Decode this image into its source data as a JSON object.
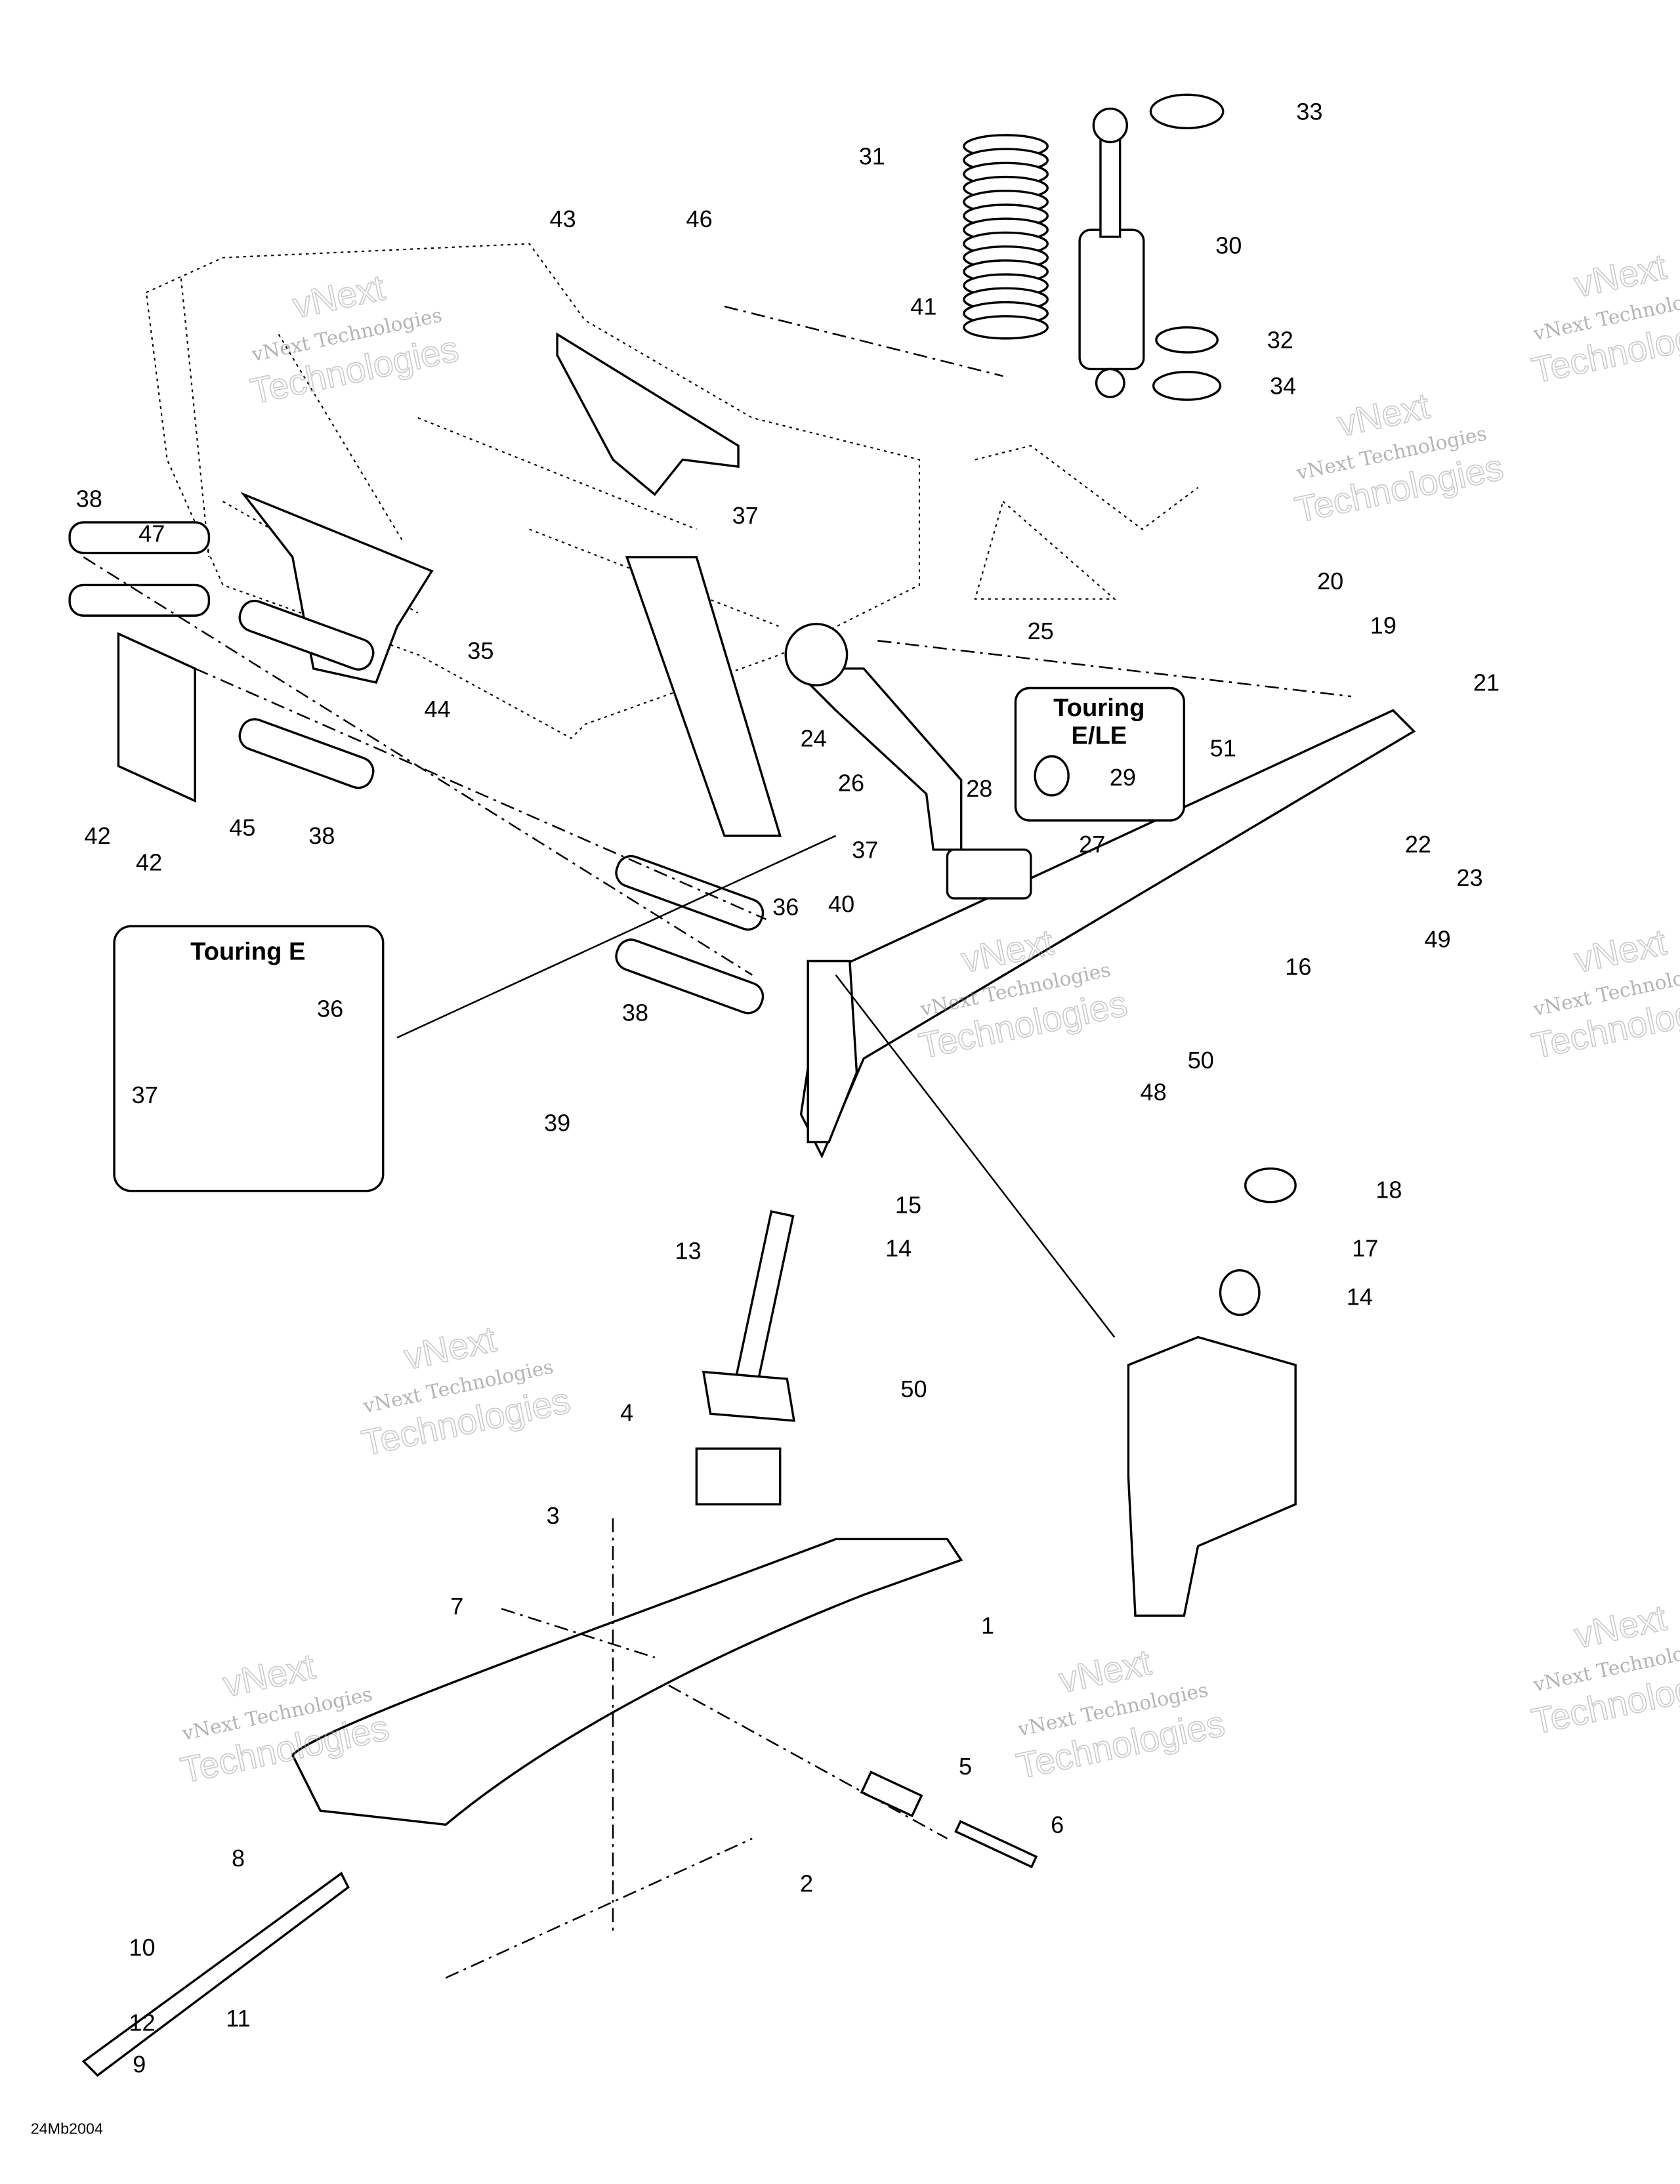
{
  "diagram": {
    "drawing_code": "24Mb2004",
    "watermark": {
      "line1": "vNext Technologies",
      "line2": "vNext",
      "line3": "Technologies"
    },
    "insets": [
      {
        "title": "Touring E",
        "callouts": [
          "37",
          "36"
        ]
      },
      {
        "title_line1": "Touring",
        "title_line2": "E/LE",
        "callouts": [
          "29"
        ]
      }
    ],
    "callouts": [
      "33",
      "31",
      "30",
      "43",
      "46",
      "41",
      "32",
      "34",
      "38",
      "47",
      "37",
      "35",
      "44",
      "42",
      "42",
      "45",
      "38",
      "20",
      "19",
      "25",
      "21",
      "24",
      "26",
      "28",
      "27",
      "51",
      "22",
      "23",
      "49",
      "37",
      "36",
      "40",
      "16",
      "38",
      "39",
      "48",
      "50",
      "15",
      "14",
      "13",
      "18",
      "17",
      "14",
      "50",
      "4",
      "3",
      "7",
      "1",
      "5",
      "6",
      "2",
      "8",
      "10",
      "11",
      "12",
      "9"
    ]
  }
}
